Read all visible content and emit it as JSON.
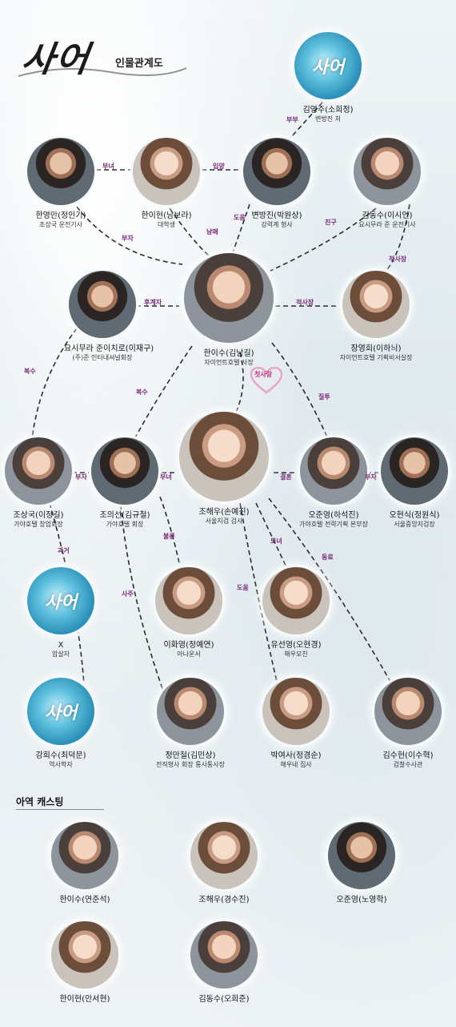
{
  "title": {
    "main": "사어",
    "sub": "인물관계도"
  },
  "logo_text": "사어",
  "section_header": "아역 캐스팅",
  "colors": {
    "line": "#2c2c2c",
    "label": "#7a2a78",
    "heart": "#e7a8c8",
    "heart_label": "#c62c7c",
    "logo": "#2a8fb8"
  },
  "nodes": [
    {
      "id": "kimyoungju",
      "name": "김영주(소희정)",
      "role": "변방진 처"
    },
    {
      "id": "hanyoungman",
      "name": "한영만(정인기)",
      "role": "조상국 운전기사"
    },
    {
      "id": "haniheon",
      "name": "한이현(남보라)",
      "role": "대학생"
    },
    {
      "id": "byeonbangjin",
      "name": "변방진(박원상)",
      "role": "강력계 형사"
    },
    {
      "id": "kimdongsu",
      "name": "김동수(이시언)",
      "role": "요시무라 준 운전기사"
    },
    {
      "id": "yoshimura",
      "name": "요시무라 준이치로(이재구)",
      "role": "(주)준 인터내셔널회장"
    },
    {
      "id": "hanisu",
      "name": "한이수(김남길)",
      "role": "자이언트호텔 사장"
    },
    {
      "id": "jangyounghee",
      "name": "장영희(이하늬)",
      "role": "자이언트호텔 기획비서실장"
    },
    {
      "id": "josangguk",
      "name": "조상국(이정길)",
      "role": "가야호텔 창업회장"
    },
    {
      "id": "joeuiseon",
      "name": "조의선(김규철)",
      "role": "가야호텔 회장"
    },
    {
      "id": "johaeu",
      "name": "조해우(손예진)",
      "role": "서울지검 검사"
    },
    {
      "id": "ojunyoung",
      "name": "오준영(하석진)",
      "role": "가야호텔 전략기획 본부장"
    },
    {
      "id": "ohyeonsik",
      "name": "오현식(정원식)",
      "role": "서울중앙지검장"
    },
    {
      "id": "x",
      "name": "X",
      "role": "암살자"
    },
    {
      "id": "leehwayoung",
      "name": "이화영(정예연)",
      "role": "아나운서"
    },
    {
      "id": "yuseonyoung",
      "name": "유선영(오현경)",
      "role": "해우모친"
    },
    {
      "id": "kanghwasu",
      "name": "강희수(최덕문)",
      "role": "역사학자"
    },
    {
      "id": "jeongmancheol",
      "name": "정만철(김민상)",
      "role": "전직형사 회장 통사통사장"
    },
    {
      "id": "parkyeosa",
      "name": "박여사(정경순)",
      "role": "해우네 집사"
    },
    {
      "id": "kimsuhyeon",
      "name": "김수현(이수혁)",
      "role": "검찰수사관"
    }
  ],
  "relations": [
    {
      "id": "r_bubu",
      "label": "부부"
    },
    {
      "id": "r_bunyeo1",
      "label": "부녀"
    },
    {
      "id": "r_yangang",
      "label": "입양"
    },
    {
      "id": "r_toru",
      "label": "도움"
    },
    {
      "id": "r_chingu",
      "label": "친구"
    },
    {
      "id": "r_buja1",
      "label": "부자"
    },
    {
      "id": "r_nammae",
      "label": "남매"
    },
    {
      "id": "r_jeoksajang1",
      "label": "적사장"
    },
    {
      "id": "r_hugyeja",
      "label": "후계자"
    },
    {
      "id": "r_jeoksajang2",
      "label": "적사장"
    },
    {
      "id": "r_boksu1",
      "label": "복수"
    },
    {
      "id": "r_boksu2",
      "label": "복수"
    },
    {
      "id": "r_jiltu",
      "label": "질투"
    },
    {
      "id": "r_buja2",
      "label": "부자"
    },
    {
      "id": "r_bunyeo2",
      "label": "부녀"
    },
    {
      "id": "r_gyeolhon",
      "label": "결혼"
    },
    {
      "id": "r_buja3",
      "label": "부자"
    },
    {
      "id": "r_burryun",
      "label": "불륜"
    },
    {
      "id": "r_sagu",
      "label": "사주"
    },
    {
      "id": "r_modo",
      "label": "모녀"
    },
    {
      "id": "r_toru2",
      "label": "도움"
    },
    {
      "id": "r_donglyo",
      "label": "동료"
    },
    {
      "id": "r_gwageo",
      "label": "과거"
    }
  ],
  "heart_label": "첫사랑",
  "child_cast": [
    {
      "id": "c_hanisu",
      "name": "한이수(연준석)"
    },
    {
      "id": "c_johaeu",
      "name": "조해우(경수진)"
    },
    {
      "id": "c_ojunyoung",
      "name": "오준영(노영학)"
    },
    {
      "id": "c_haniheon",
      "name": "한이현(안서현)"
    },
    {
      "id": "c_kimdongsu",
      "name": "김동수(오희준)"
    }
  ]
}
